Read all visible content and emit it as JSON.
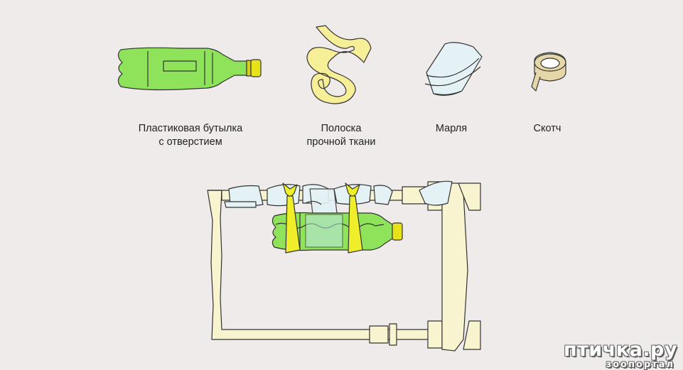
{
  "items": {
    "bottle": {
      "line1": "Пластиковая бутылка",
      "line2": "с отверстием"
    },
    "strip": {
      "line1": "Полоска",
      "line2": "прочной ткани"
    },
    "gauze": {
      "line1": "Марля"
    },
    "tape": {
      "line1": "Скотч"
    }
  },
  "watermark": {
    "main": "птичка.ру",
    "sub": "зоопортал"
  },
  "colors": {
    "background": "#eeebea",
    "bottle_green": "#8ee35a",
    "cap_yellow": "#e8e21a",
    "fabric_yellow": "#f7ee98",
    "gauze_blue": "#e4f2f6",
    "tape_beige": "#e6d7a9",
    "frame_cream": "#f8f4cf",
    "tie_yellow": "#eeee2a"
  },
  "icons": [
    "bottle-icon",
    "fabric-strip-icon",
    "gauze-icon",
    "tape-roll-icon",
    "feeder-assembly"
  ]
}
